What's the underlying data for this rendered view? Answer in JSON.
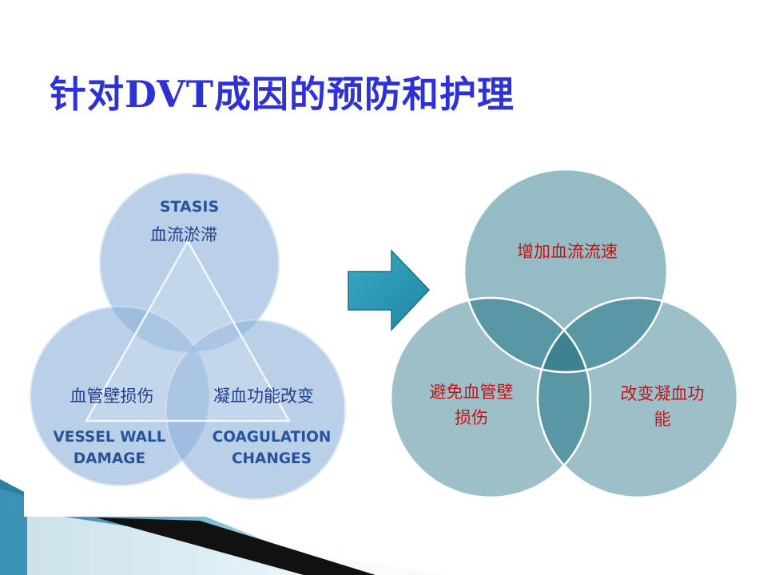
{
  "slide": {
    "title": "针对DVT成因的预防和护理"
  },
  "left_diagram": {
    "top_en": "STASIS",
    "top_cn": "血流淤滞",
    "left_cn": "血管壁损伤",
    "left_en_1": "VESSEL WALL",
    "left_en_2": "DAMAGE",
    "right_cn": "凝血功能改变",
    "right_en_1": "COAGULATION",
    "right_en_2": "CHANGES"
  },
  "right_diagram": {
    "top": "增加血流流速",
    "left_1": "避免血管壁",
    "left_2": "损伤",
    "right_1": "改变凝血功",
    "right_2": "能"
  },
  "colors": {
    "title": "#2e31d6",
    "left_circle_fill": "#aec8e6",
    "left_text_dark": "#27539a",
    "left_text_cn": "#1f3f8c",
    "right_circle_fill": "#8ab3bd",
    "right_text": "#c0141a",
    "arrow": "#2a9bb5"
  }
}
